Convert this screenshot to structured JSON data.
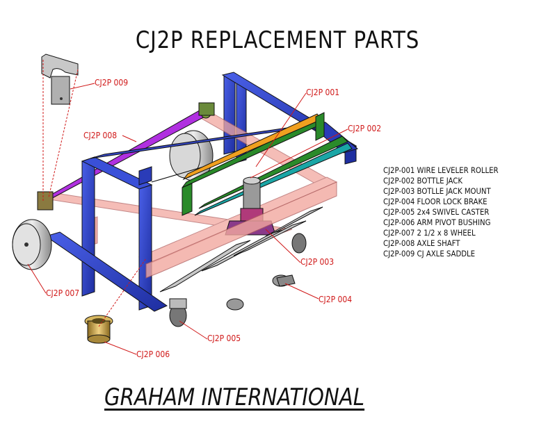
{
  "title": "CJ2P REPLACEMENT PARTS",
  "footer": "GRAHAM INTERNATIONAL",
  "legend": [
    "CJ2P-001 WIRE LEVELER ROLLER",
    "CJ2P-002 BOTTLE JACK",
    "CJ2P-003 BOTLLE JACK MOUNT",
    "CJ2P-004 FLOOR LOCK BRAKE",
    "CJ2P-005 2x4 SWIVEL CASTER",
    "CJ2P-006 ARM PIVOT BUSHING",
    "CJ2P-007 2 1/2 x 8 WHEEL",
    "CJ2P-008 AXLE SHAFT",
    "CJ2P-009 CJ AXLE SADDLE"
  ],
  "callouts": {
    "p001": "CJ2P 001",
    "p002": "CJ2P 002",
    "p003": "CJ2P 003",
    "p004": "CJ2P 004",
    "p005": "CJ2P 005",
    "p006": "CJ2P 006",
    "p007": "CJ2P 007",
    "p008": "CJ2P 008",
    "p009": "CJ2P 009"
  },
  "colors": {
    "frame_blue": "#2b3fc4",
    "frame_blue_dark": "#1a2a8a",
    "roller_orange": "#f0a020",
    "axle_purple": "#b030e0",
    "rail_green": "#2a8a2a",
    "rail_teal": "#1aa6a6",
    "translucent_pink": "#f2a8a0",
    "steel_gray": "#b8b8b8",
    "bushing_bronze": "#c8a040",
    "callout_red": "#d01818"
  }
}
